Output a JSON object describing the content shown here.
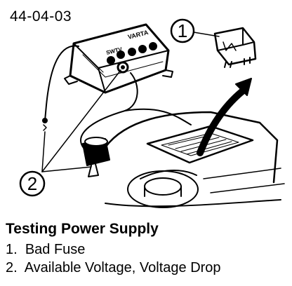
{
  "diagram": {
    "code": "44-04-03",
    "relay_brand": "VARTA",
    "relay_label": "SWTV",
    "callouts": [
      "1",
      "2"
    ]
  },
  "caption": {
    "title": "Testing Power Supply",
    "items": [
      {
        "number": "1.",
        "text": "Bad Fuse"
      },
      {
        "number": "2.",
        "text": "Available Voltage, Voltage Drop"
      }
    ]
  }
}
